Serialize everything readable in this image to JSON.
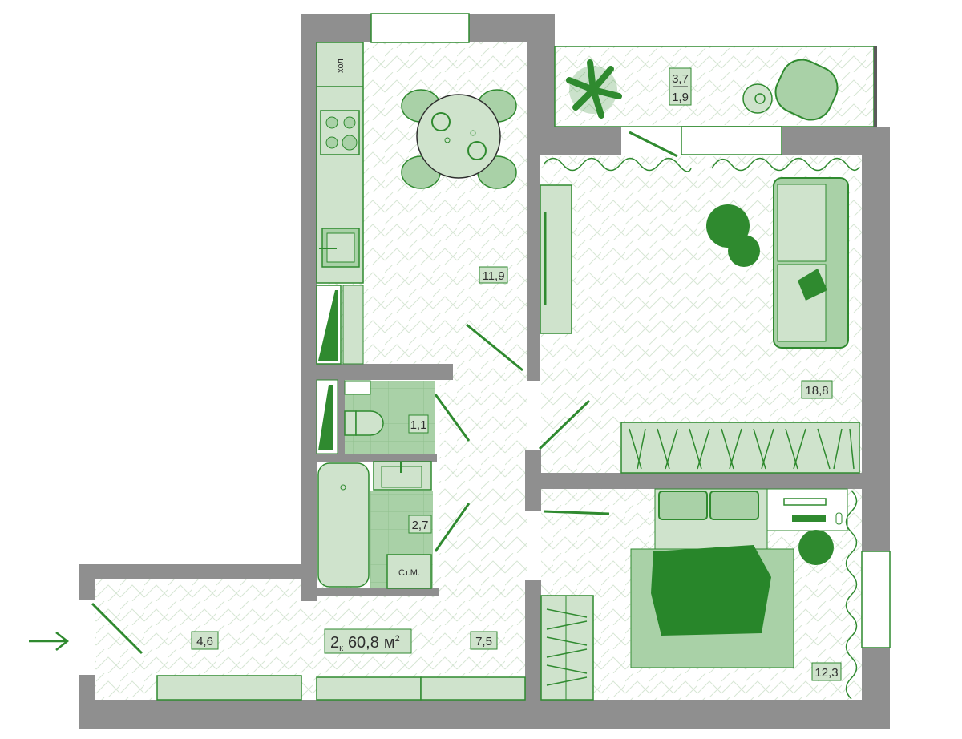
{
  "plan": {
    "total_rooms": "2",
    "total_rooms_sub": "к",
    "total_area": "60,8",
    "area_unit": "м",
    "area_unit_sup": "2"
  },
  "rooms": {
    "kitchen": "11,9",
    "living": "18,8",
    "wc": "1,1",
    "bath": "2,7",
    "entry": "4,6",
    "hall": "7,5",
    "bedroom": "12,3",
    "balcony_top": "3,7",
    "balcony_bottom": "1,9"
  },
  "appliances": {
    "fridge": "хол",
    "washer": "Ст.М."
  },
  "colors": {
    "wall": "#8f8f8f",
    "fill": "#cfe3cc",
    "accent": "#2f8a2f",
    "dark": "#28862a"
  }
}
